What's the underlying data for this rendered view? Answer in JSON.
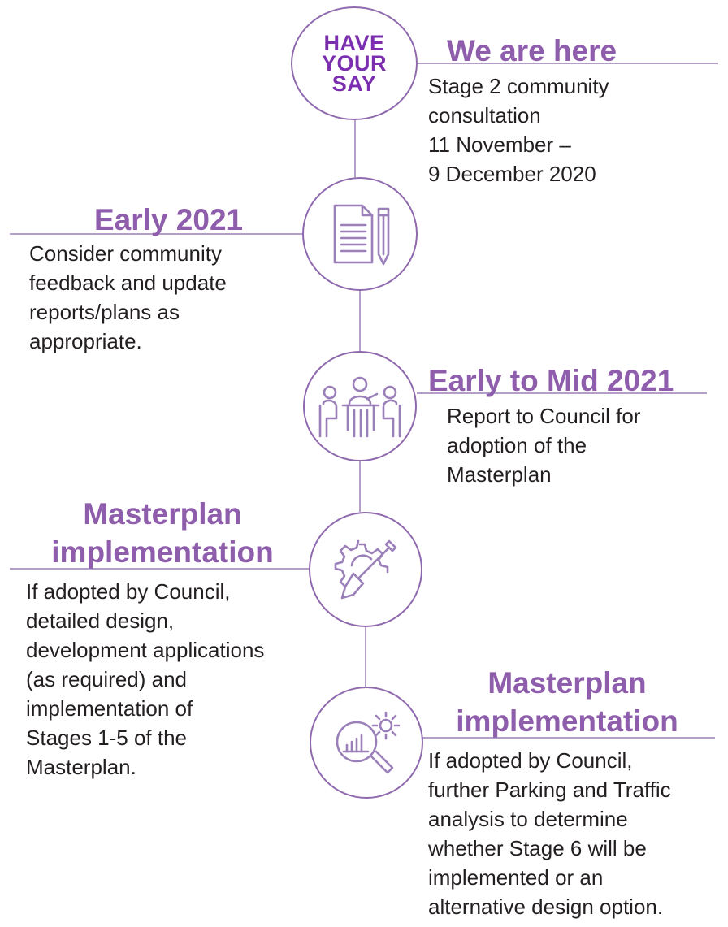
{
  "badge": {
    "line1": "HAVE",
    "line2": "YOUR",
    "line3": "SAY"
  },
  "stages": [
    {
      "heading": "We are here",
      "lines": [
        "Stage 2 community",
        "consultation",
        "11 November –",
        "9 December 2020"
      ],
      "icon": "have-your-say-badge"
    },
    {
      "heading": "Early 2021",
      "lines": [
        "Consider community",
        "feedback and update",
        "reports/plans as",
        "appropriate."
      ],
      "icon": "document-pencil-icon"
    },
    {
      "heading": "Early to Mid 2021",
      "lines": [
        "Report to Council for",
        "adoption of the",
        "Masterplan"
      ],
      "icon": "meeting-table-icon"
    },
    {
      "heading_lines": [
        "Masterplan",
        "implementation"
      ],
      "lines": [
        "If adopted by Council,",
        "detailed design,",
        "development applications",
        "(as required) and",
        "implementation of",
        "Stages 1-5 of the",
        "Masterplan."
      ],
      "icon": "gear-shovel-icon"
    },
    {
      "heading_lines": [
        "Masterplan",
        "implementation"
      ],
      "lines": [
        "If adopted by Council,",
        "further Parking and Traffic",
        "analysis to determine",
        "whether Stage 6 will be",
        "implemented or an",
        "alternative design option."
      ],
      "icon": "analytics-magnifier-icon"
    }
  ],
  "colors": {
    "accent": "#8e5dab",
    "badge_text": "#7b2fb0",
    "line": "#9a7fb8"
  }
}
